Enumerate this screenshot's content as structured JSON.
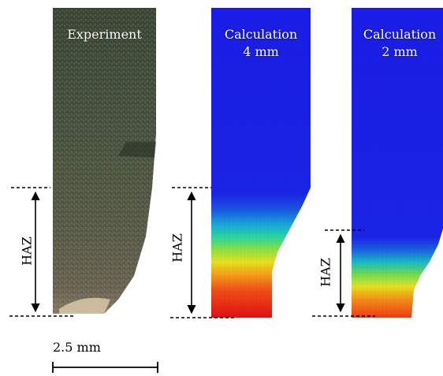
{
  "panels": [
    {
      "title_line1": "Experiment",
      "title_line2": ""
    },
    {
      "title_line1": "Calculation",
      "title_line2": "4 mm"
    },
    {
      "title_line1": "Calculation",
      "title_line2": "2 mm"
    }
  ],
  "haz_label": "HAZ",
  "scale_bar_label": "2.5 mm",
  "colors": {
    "calc_blue": "#1a1de6",
    "exp_dark": "#3f4a3a"
  }
}
